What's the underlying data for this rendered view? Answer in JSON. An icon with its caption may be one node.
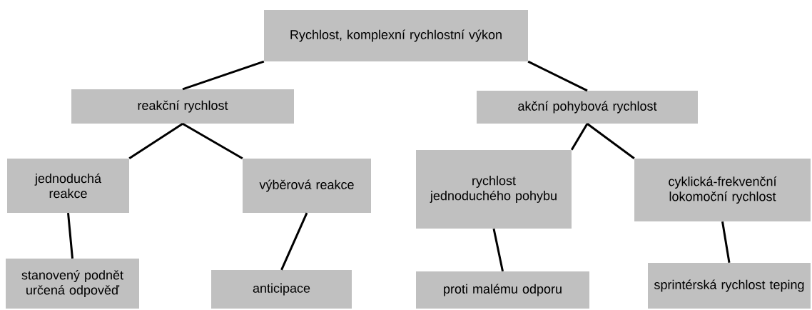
{
  "diagram": {
    "nodes": [
      {
        "text": [
          "Rychlost, komplexní rychlostní výkon"
        ]
      },
      {
        "text": [
          "reakční rychlost"
        ]
      },
      {
        "text": [
          "akční pohybová rychlost"
        ]
      },
      {
        "text": [
          "jednoduchá reakce"
        ]
      },
      {
        "text": [
          "výběrová reakce"
        ]
      },
      {
        "text": [
          "rychlost jednoduchého pohybu"
        ]
      },
      {
        "text": [
          "cyklická-frekvenční lokomoční rychlost"
        ]
      },
      {
        "text": [
          "stanovený podnět určená odpověď"
        ]
      },
      {
        "text": [
          "anticipace"
        ]
      },
      {
        "text": [
          "proti malému odporu"
        ]
      },
      {
        "text": [
          "sprintérská rychlost teping"
        ]
      }
    ],
    "edges": [
      {
        "from": 0,
        "to": 1,
        "arrow": "none"
      },
      {
        "from": 0,
        "to": 2,
        "arrow": "none"
      },
      {
        "from": 1,
        "to": 3,
        "arrow": "none"
      },
      {
        "from": 1,
        "to": 4,
        "arrow": "none"
      },
      {
        "from": 2,
        "to": 5,
        "arrow": "none"
      },
      {
        "from": 2,
        "to": 6,
        "arrow": "none"
      },
      {
        "from": 3,
        "to": 7,
        "arrow": "none"
      },
      {
        "from": 4,
        "to": 8,
        "arrow": "none"
      },
      {
        "from": 5,
        "to": 9,
        "arrow": "none"
      },
      {
        "from": 6,
        "to": 10,
        "arrow": "none"
      }
    ]
  }
}
